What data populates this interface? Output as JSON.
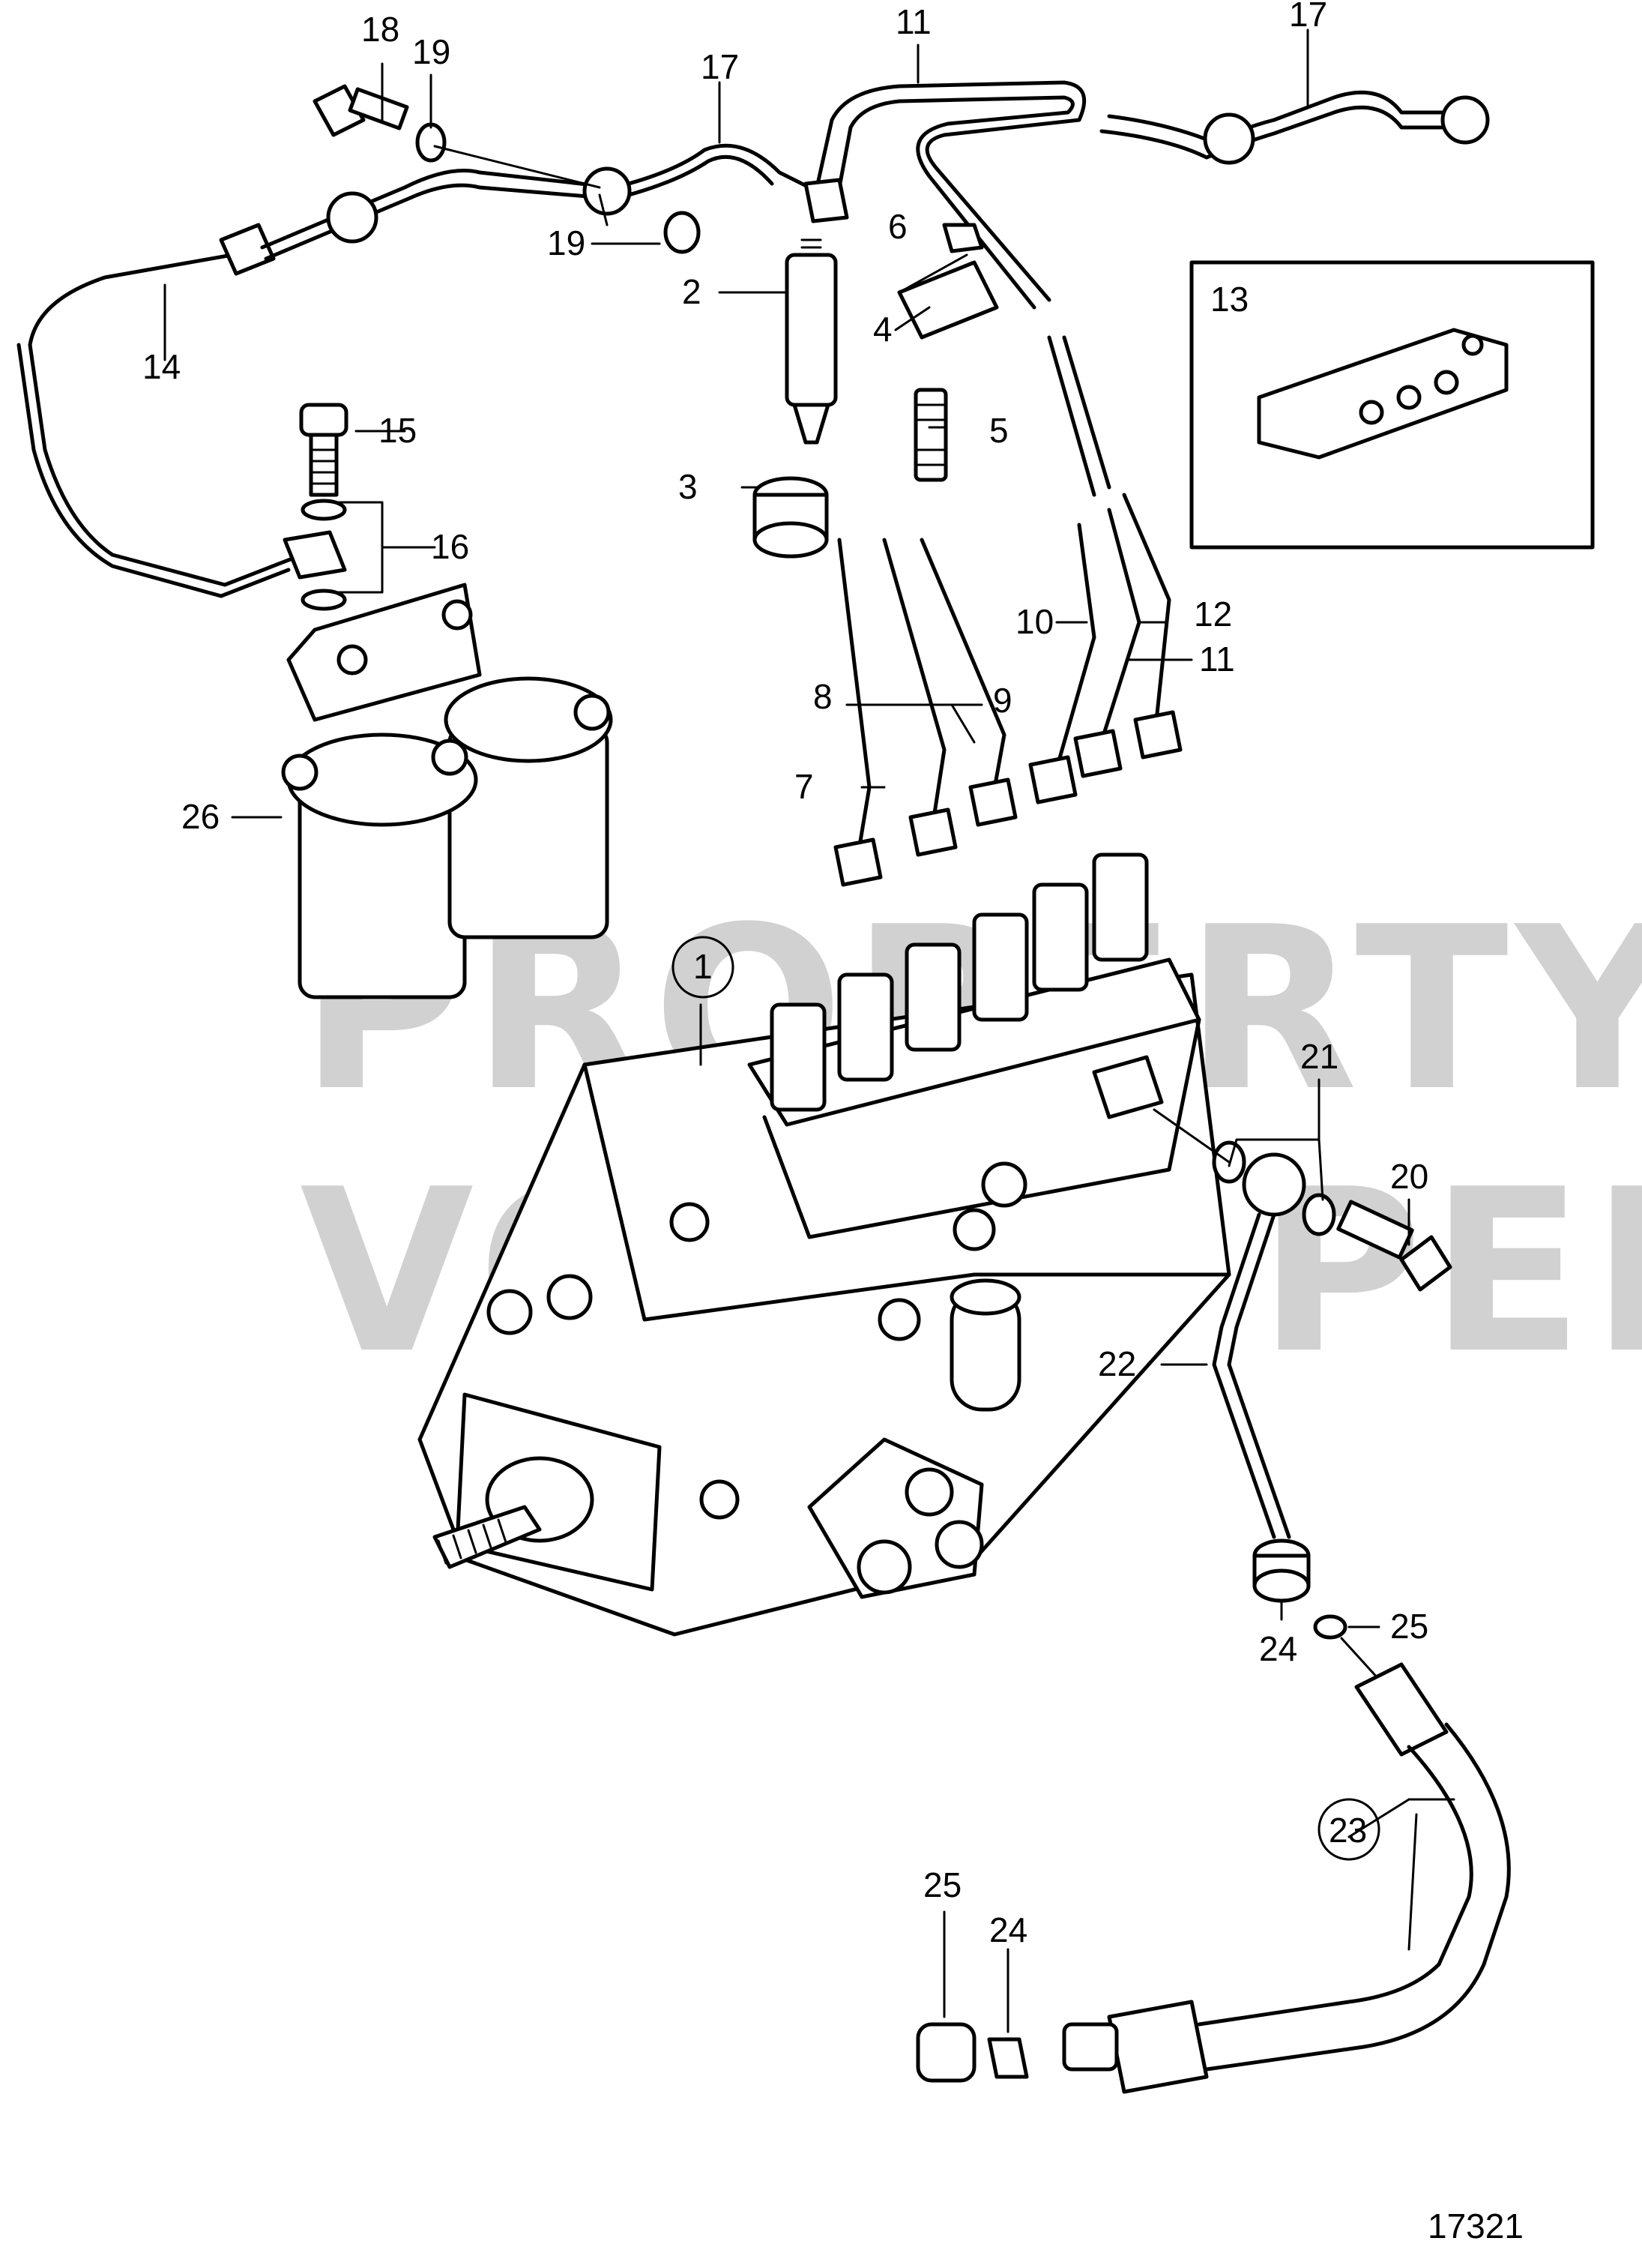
{
  "drawing_number": "17321",
  "watermark": {
    "line1": "PROPERTY OF",
    "line2": "VOLVO PENTA"
  },
  "callouts": {
    "c1": "1",
    "c2": "2",
    "c3": "3",
    "c4": "4",
    "c5": "5",
    "c6": "6",
    "c7": "7",
    "c8": "8",
    "c9": "9",
    "c10": "10",
    "c11a": "11",
    "c11b": "11",
    "c12": "12",
    "c13": "13",
    "c14": "14",
    "c15": "15",
    "c16": "16",
    "c17a": "17",
    "c17b": "17",
    "c18": "18",
    "c19a": "19",
    "c19b": "19",
    "c20": "20",
    "c21": "21",
    "c22": "22",
    "c23": "23",
    "c24a": "24",
    "c24b": "24",
    "c25a": "25",
    "c25b": "25",
    "c26": "26"
  }
}
